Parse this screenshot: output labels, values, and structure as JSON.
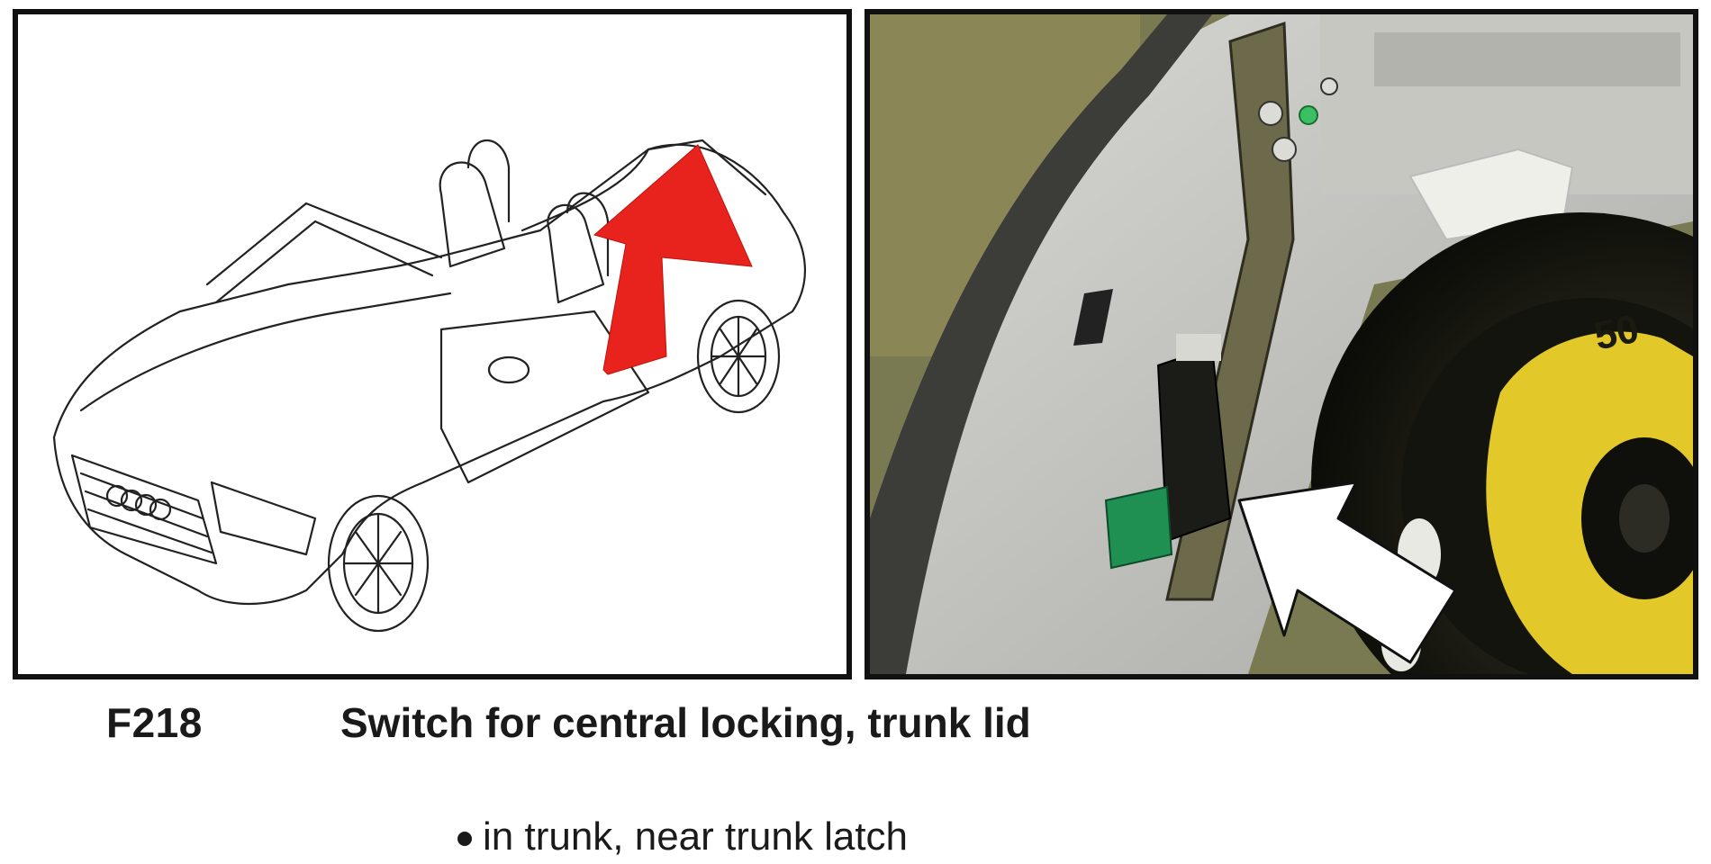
{
  "figure": {
    "left_image": {
      "icon": "convertible-car-line-drawing",
      "arrow_color": "#e8231e"
    },
    "right_image": {
      "icon": "trunk-interior-photo",
      "arrow_color": "#ffffff",
      "tire_label": "50"
    }
  },
  "caption": {
    "code": "F218",
    "title": "Switch for central locking, trunk lid"
  },
  "location": {
    "text": "in trunk, near trunk latch"
  }
}
